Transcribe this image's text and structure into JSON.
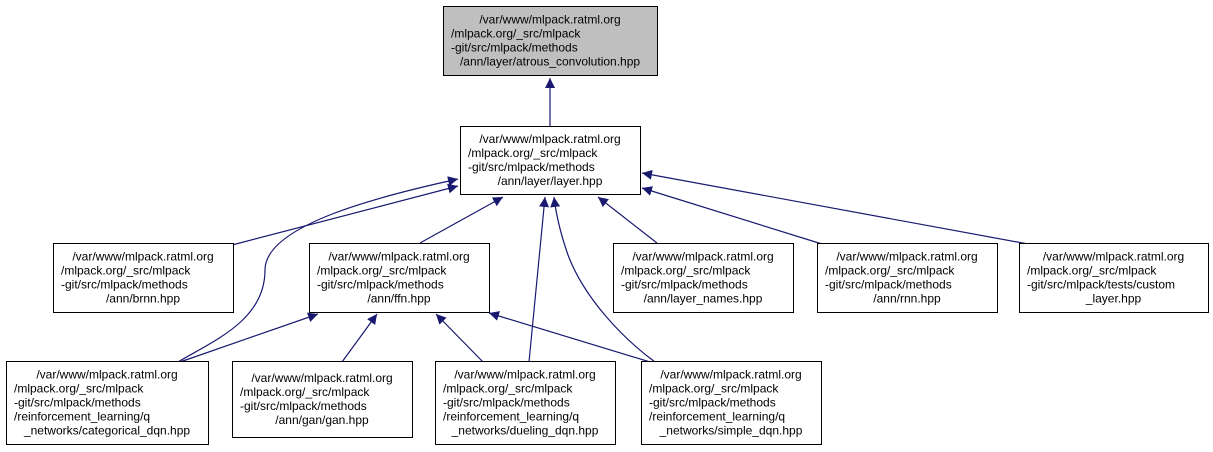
{
  "colors": {
    "edge": "#191970",
    "root_fill": "#bfbfbf",
    "node_fill": "#ffffff",
    "border": "#000000"
  },
  "nodes": [
    {
      "id": "atrous",
      "lines": [
        "/var/www/mlpack.ratml.org",
        "/mlpack.org/_src/mlpack",
        "-git/src/mlpack/methods",
        "/ann/layer/atrous_convolution.hpp"
      ],
      "root": true
    },
    {
      "id": "layer",
      "lines": [
        "/var/www/mlpack.ratml.org",
        "/mlpack.org/_src/mlpack",
        "-git/src/mlpack/methods",
        "/ann/layer/layer.hpp"
      ]
    },
    {
      "id": "brnn",
      "lines": [
        "/var/www/mlpack.ratml.org",
        "/mlpack.org/_src/mlpack",
        "-git/src/mlpack/methods",
        "/ann/brnn.hpp"
      ]
    },
    {
      "id": "ffn",
      "lines": [
        "/var/www/mlpack.ratml.org",
        "/mlpack.org/_src/mlpack",
        "-git/src/mlpack/methods",
        "/ann/ffn.hpp"
      ]
    },
    {
      "id": "layer_names",
      "lines": [
        "/var/www/mlpack.ratml.org",
        "/mlpack.org/_src/mlpack",
        "-git/src/mlpack/methods",
        "/ann/layer_names.hpp"
      ]
    },
    {
      "id": "rnn",
      "lines": [
        "/var/www/mlpack.ratml.org",
        "/mlpack.org/_src/mlpack",
        "-git/src/mlpack/methods",
        "/ann/rnn.hpp"
      ]
    },
    {
      "id": "custom_layer",
      "lines": [
        "/var/www/mlpack.ratml.org",
        "/mlpack.org/_src/mlpack",
        "-git/src/mlpack/tests/custom",
        "_layer.hpp"
      ]
    },
    {
      "id": "categorical_dqn",
      "lines": [
        "/var/www/mlpack.ratml.org",
        "/mlpack.org/_src/mlpack",
        "-git/src/mlpack/methods",
        "/reinforcement_learning/q",
        "_networks/categorical_dqn.hpp"
      ]
    },
    {
      "id": "gan",
      "lines": [
        "/var/www/mlpack.ratml.org",
        "/mlpack.org/_src/mlpack",
        "-git/src/mlpack/methods",
        "/ann/gan/gan.hpp"
      ]
    },
    {
      "id": "dueling_dqn",
      "lines": [
        "/var/www/mlpack.ratml.org",
        "/mlpack.org/_src/mlpack",
        "-git/src/mlpack/methods",
        "/reinforcement_learning/q",
        "_networks/dueling_dqn.hpp"
      ]
    },
    {
      "id": "simple_dqn",
      "lines": [
        "/var/www/mlpack.ratml.org",
        "/mlpack.org/_src/mlpack",
        "-git/src/mlpack/methods",
        "/reinforcement_learning/q",
        "_networks/simple_dqn.hpp"
      ]
    }
  ],
  "edges": [
    {
      "from": "layer",
      "to": "atrous"
    },
    {
      "from": "brnn",
      "to": "layer"
    },
    {
      "from": "categorical_dqn",
      "to": "layer"
    },
    {
      "from": "ffn",
      "to": "layer"
    },
    {
      "from": "dueling_dqn",
      "to": "layer"
    },
    {
      "from": "simple_dqn",
      "to": "layer"
    },
    {
      "from": "layer_names",
      "to": "layer"
    },
    {
      "from": "rnn",
      "to": "layer"
    },
    {
      "from": "custom_layer",
      "to": "layer"
    },
    {
      "from": "categorical_dqn",
      "to": "ffn"
    },
    {
      "from": "gan",
      "to": "ffn"
    },
    {
      "from": "dueling_dqn",
      "to": "ffn"
    },
    {
      "from": "simple_dqn",
      "to": "ffn"
    }
  ]
}
